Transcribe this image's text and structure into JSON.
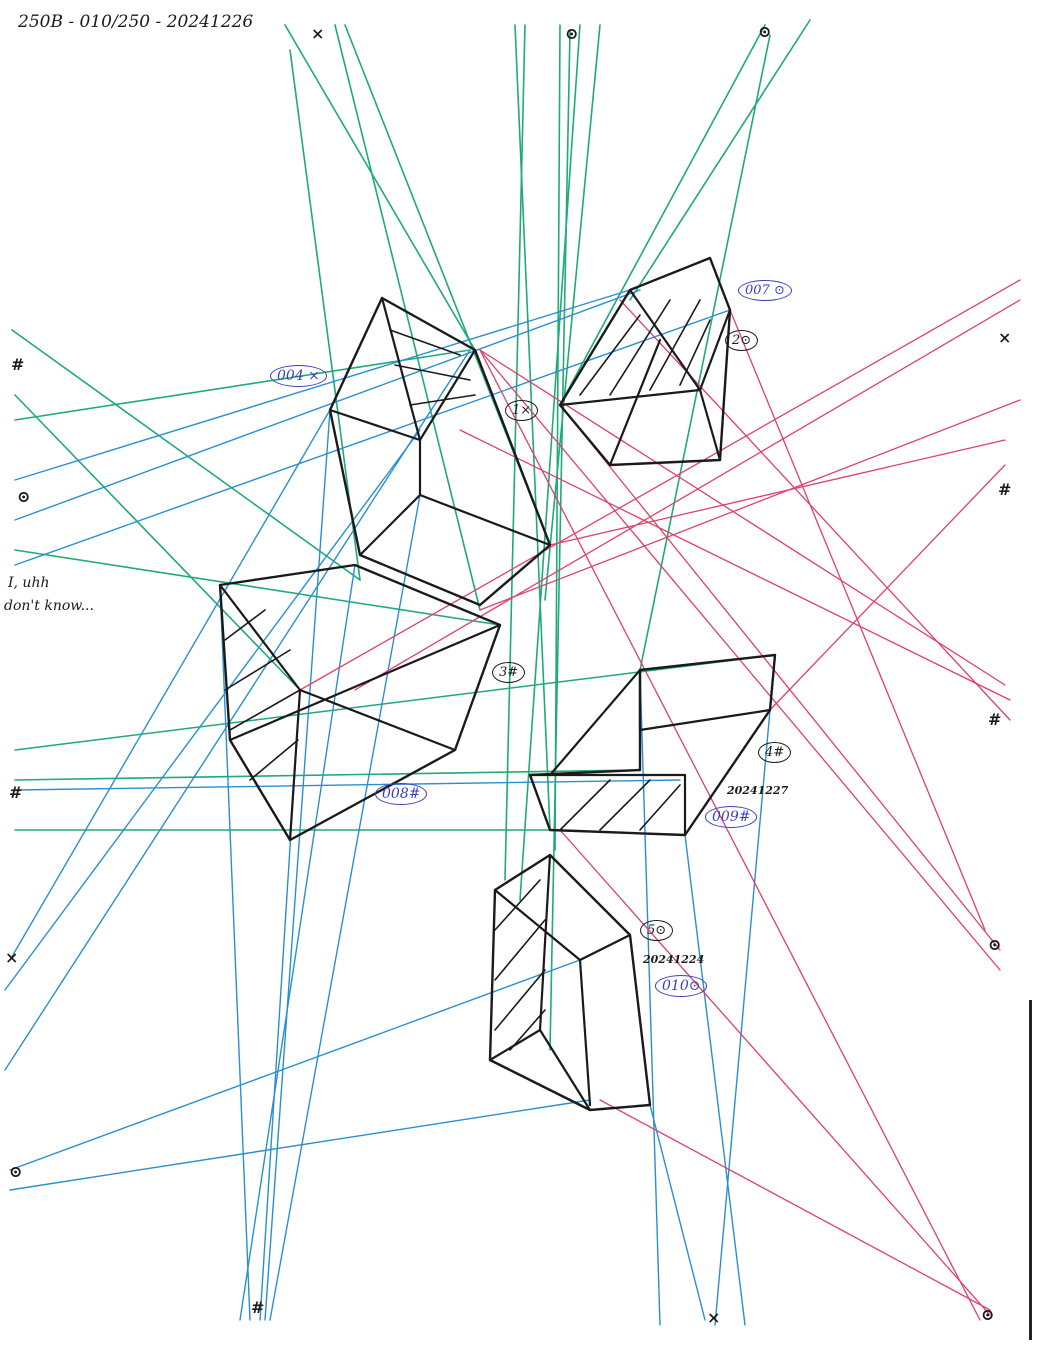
{
  "header": {
    "title_code": "250B - 010/250 - 20241226"
  },
  "side_note": {
    "line1": "I, uhh",
    "line2": "don't know..."
  },
  "box_labels": [
    {
      "id": "004",
      "text": "004 ×"
    },
    {
      "id": "1x",
      "text": "1×"
    },
    {
      "id": "007",
      "text": "007 ⊙"
    },
    {
      "id": "2o",
      "text": "2⊙"
    },
    {
      "id": "3h",
      "text": "3#"
    },
    {
      "id": "008",
      "text": "008#"
    },
    {
      "id": "4h",
      "text": "4#"
    },
    {
      "id": "009",
      "text": "009#"
    },
    {
      "id": "009date",
      "text": "20241227"
    },
    {
      "id": "5o",
      "text": "5⊙"
    },
    {
      "id": "010date",
      "text": "20241224"
    },
    {
      "id": "010",
      "text": "010⊙"
    }
  ],
  "vanishing_marks": [
    "×",
    "⊙",
    "⊙",
    "#",
    "⊙",
    "#",
    "×",
    "#",
    "×",
    "⊙",
    "×",
    "⊙",
    "#",
    "#",
    "⊙"
  ],
  "colors": {
    "green": "#1faa78",
    "blue": "#2a8fd0",
    "red": "#e0406a",
    "ink": "#1a1a1a",
    "label_blue": "#3a3fb8"
  }
}
